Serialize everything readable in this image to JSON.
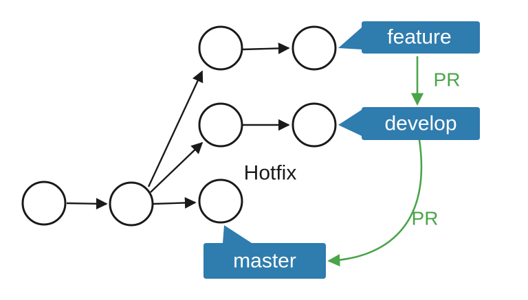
{
  "labels": {
    "hotfix": "Hotfix",
    "pr_top": "PR",
    "pr_bottom": "PR"
  },
  "branches": {
    "feature": "feature",
    "develop": "develop",
    "master": "master"
  },
  "colors": {
    "tag_fill": "#2f7cae",
    "pr_green": "#4aa44a",
    "line": "#1a1a1a",
    "text_on_tag": "#ffffff"
  }
}
